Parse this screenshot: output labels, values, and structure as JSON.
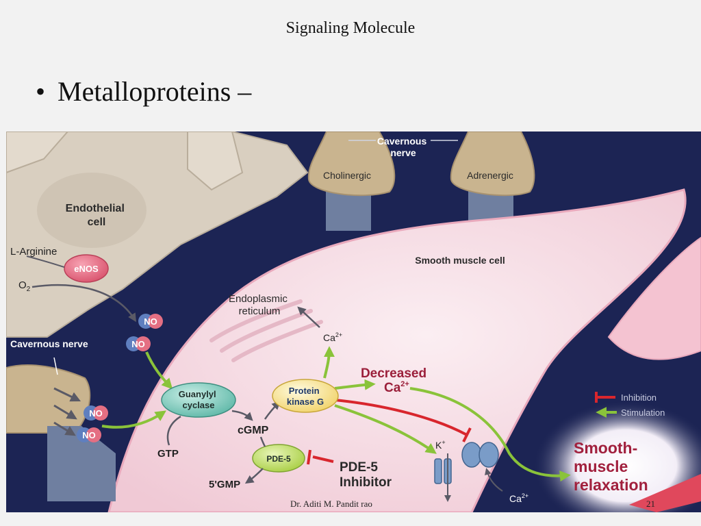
{
  "slide": {
    "title": "Signaling Molecule",
    "bullet": "Metalloproteins –",
    "footer_author": "Dr. Aditi M. Pandit rao",
    "page_number": "21"
  },
  "diagram": {
    "cavernous_nerve_top_1": "Cavernous",
    "cavernous_nerve_top_2": "nerve",
    "cholinergic": "Cholinergic",
    "adrenergic": "Adrenergic",
    "endothelial_1": "Endothelial",
    "endothelial_2": "cell",
    "l_arginine": "L-Arginine",
    "enos": "eNOS",
    "o2": "O",
    "o2_sub": "2",
    "no": "NO",
    "cavernous_nerve_left": "Cavernous nerve",
    "smooth_muscle_cell": "Smooth muscle cell",
    "er_1": "Endoplasmic",
    "er_2": "reticulum",
    "ca": "Ca",
    "ca_sup": "2+",
    "decreased_1": "Decreased",
    "guanylyl_1": "Guanylyl",
    "guanylyl_2": "cyclase",
    "protein_kinase_1": "Protein",
    "protein_kinase_2": "kinase G",
    "cgmp": "cGMP",
    "gtp": "GTP",
    "pde5": "PDE-5",
    "gmp5": "5'GMP",
    "pde5_inhibitor_1": "PDE-5",
    "pde5_inhibitor_2": "Inhibitor",
    "k": "K",
    "k_sup": "+",
    "legend_inhibition": "Inhibition",
    "legend_stimulation": "Stimulation",
    "relax_1": "Smooth-",
    "relax_2": "muscle",
    "relax_3": "relaxation"
  },
  "colors": {
    "background_navy": "#1c2454",
    "cell_pink": "#f6dbe3",
    "endothelial_tan": "#d9cfc0",
    "nerve_tan": "#c9b48f",
    "stimulation_green": "#8ac33a",
    "inhibition_red": "#d8262d",
    "label_maroon": "#9b1f3a"
  }
}
